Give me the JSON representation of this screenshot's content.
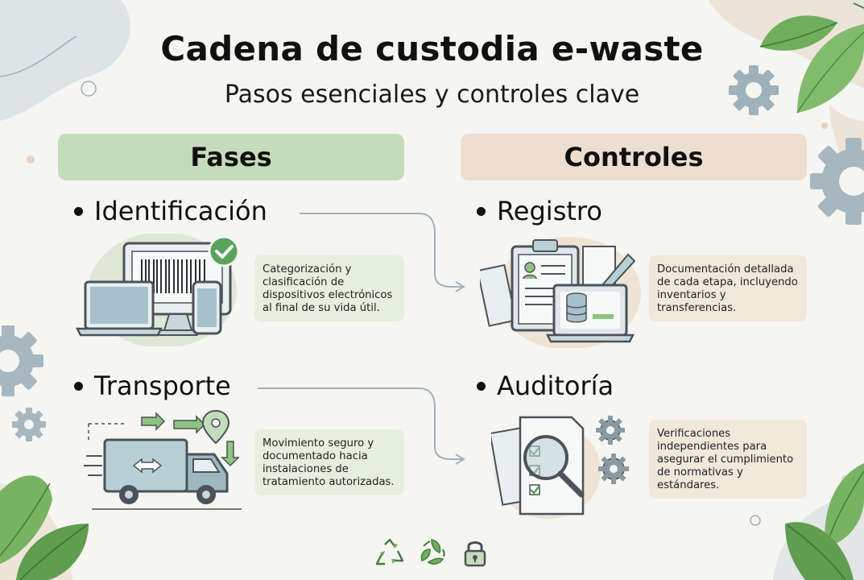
{
  "title": "Cadena de custodia e-waste",
  "subtitle": "Pasos esenciales y controles clave",
  "columns": {
    "fases": "Fases",
    "controles": "Controles"
  },
  "fases": [
    {
      "label": "Identificación",
      "description": "Categorización y clasificación de dispositivos electrónicos al final de su vida útil."
    },
    {
      "label": "Transporte",
      "description": "Movimiento seguro y documentado hacia instalaciones de tratamiento autorizadas."
    }
  ],
  "controles": [
    {
      "label": "Registro",
      "description": "Documentación detallada de cada etapa, incluyendo inventarios y transferencias."
    },
    {
      "label": "Auditoría",
      "description": "Verificaciones independientes para asegurar el cumplimiento de normativas y estándares."
    }
  ],
  "colors": {
    "fases_header": "#c5dcbc",
    "controles_header": "#ecdfd0",
    "leaf_green": "#6fae5d",
    "device_blue": "#b9cfd6",
    "outline": "#4a5358"
  },
  "icons": [
    "recycle-icon",
    "leaf-cycle-icon",
    "padlock-icon",
    "gear-icon",
    "leaf-icon",
    "check-badge-icon",
    "location-pin-icon",
    "magnifier-icon"
  ]
}
